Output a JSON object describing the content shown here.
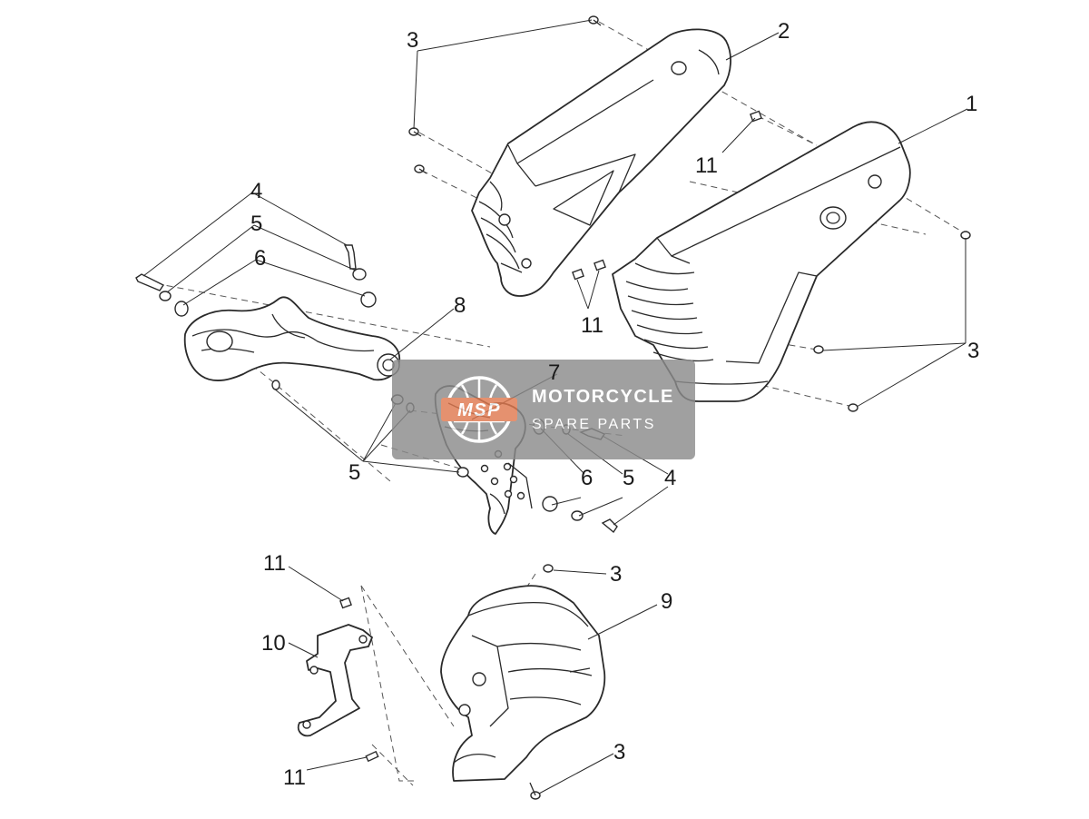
{
  "watermark": {
    "logo_letters": "MSP",
    "title": "MOTORCYCLE",
    "subtitle": "SPARE PARTS",
    "box_color": "#8c8c8c",
    "accent_color": "#e07a50"
  },
  "callouts": {
    "c1": "1",
    "c2": "2",
    "c3_top": "3",
    "c3_right": "3",
    "c3_lower_a": "3",
    "c3_lower_b": "3",
    "c4_left": "4",
    "c4_right": "4",
    "c5_upper": "5",
    "c5_lower": "5",
    "c5_right": "5",
    "c6_left": "6",
    "c6_right": "6",
    "c7": "7",
    "c8": "8",
    "c9": "9",
    "c10": "10",
    "c11_top": "11",
    "c11_mid": "11",
    "c11_left_top": "11",
    "c11_left_bottom": "11"
  }
}
